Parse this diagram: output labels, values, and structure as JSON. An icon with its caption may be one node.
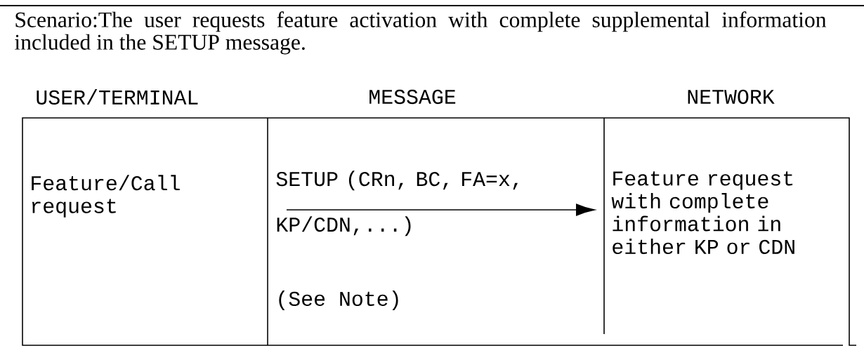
{
  "diagram": {
    "nodes": [
      {
        "text": [
          "Feature/Call request"
        ]
      },
      {
        "text": [
          "Feature request with complete information in either KP or CDN"
        ]
      }
    ],
    "edges": [
      {
        "from": null,
        "to": 1,
        "arrow": "to",
        "label": "SETUP (CRn, BC, FA=x, KP/CDN,...)"
      }
    ],
    "labels": [
      "Scenario:The user requests feature activation with complete supplemental information included in the SETUP message.",
      "USER/TERMINAL",
      "MESSAGE",
      "NETWORK",
      "(See Note)"
    ]
  }
}
